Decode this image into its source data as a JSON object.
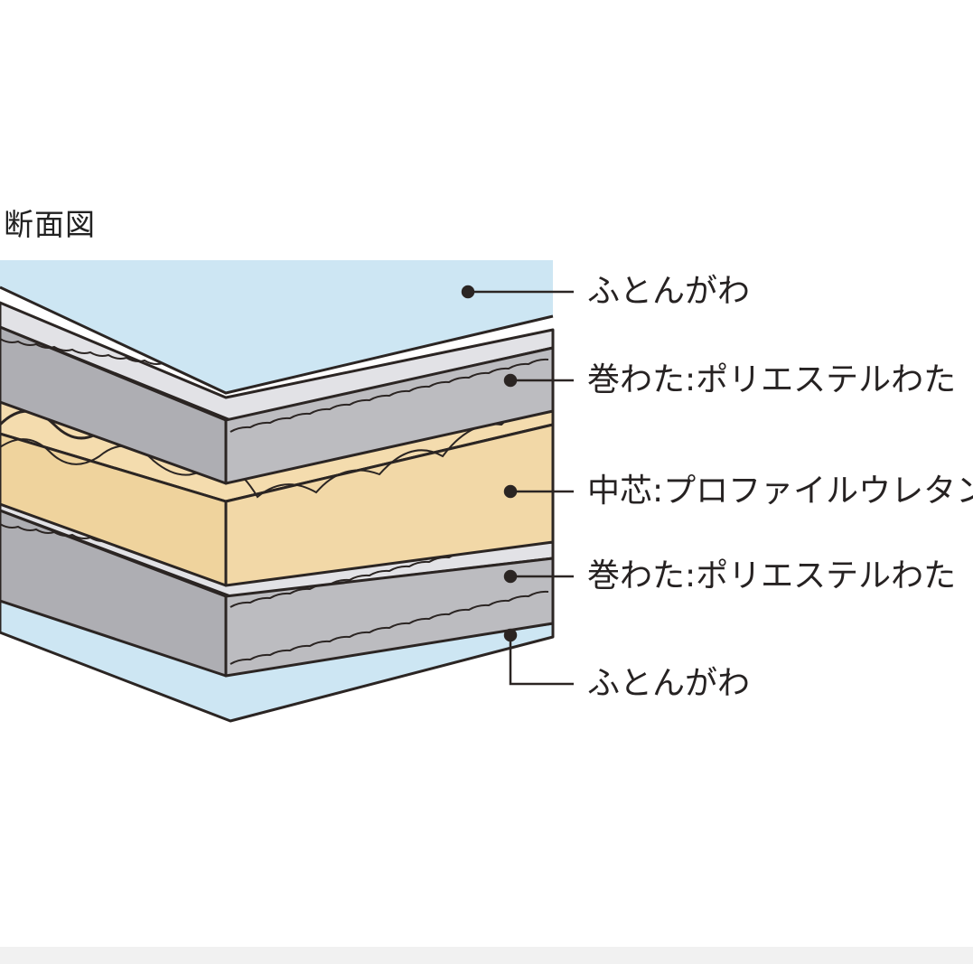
{
  "diagram": {
    "title": "断面図",
    "labels": [
      {
        "id": "cover_top",
        "text": "ふとんがわ"
      },
      {
        "id": "wadding_top",
        "text": "巻わた:ポリエステルわた"
      },
      {
        "id": "core",
        "text": "中芯:プロファイルウレタン"
      },
      {
        "id": "wadding_bottom",
        "text": "巻わた:ポリエステルわた"
      },
      {
        "id": "cover_bottom",
        "text": "ふとんがわ"
      }
    ]
  },
  "colors": {
    "cover": "#cde6f3",
    "wadding_front": "#b4b4b8",
    "wadding_top": "#e0e0e4",
    "core_front": "#f1d8a8",
    "core_top": "#f6e2b8",
    "outline": "#2b2523"
  }
}
